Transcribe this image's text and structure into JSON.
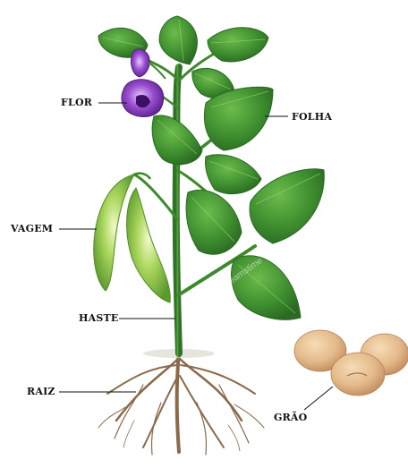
{
  "labels": {
    "flower": "FLOR",
    "leaf": "FOLHA",
    "pod": "VAGEM",
    "stem": "HASTE",
    "root": "RAIZ",
    "seed": "GRÃO"
  },
  "watermark": "dreamstime",
  "colors": {
    "stem": "#3d8a2c",
    "leaf_dark": "#2f7a28",
    "leaf_light": "#5aa83f",
    "pod": "#8fc24a",
    "pod_highlight": "#eef7c2",
    "flower": "#7a2fb0",
    "flower_light": "#c79be6",
    "root": "#8a6a4a",
    "seed": "#e3b98a",
    "seed_shadow": "#c8956a"
  }
}
